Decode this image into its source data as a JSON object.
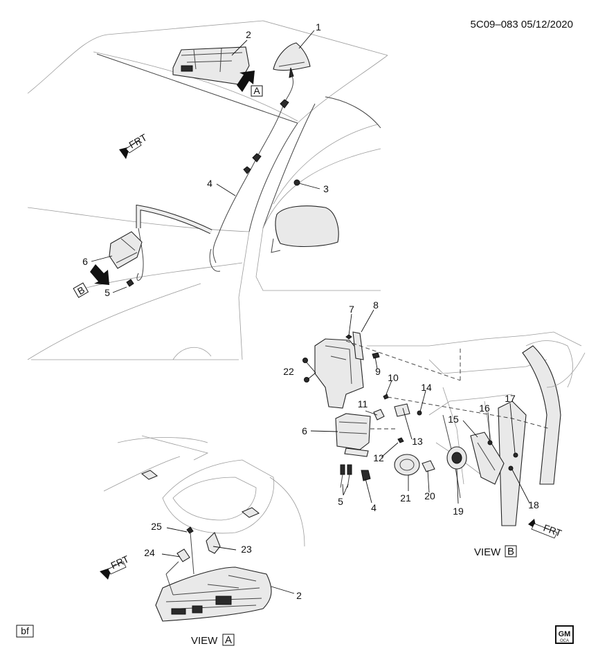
{
  "header": {
    "code": "5C09–083 05/12/2020"
  },
  "callouts": [
    "1",
    "2",
    "3",
    "4",
    "5",
    "6",
    "7",
    "8",
    "9",
    "10",
    "11",
    "12",
    "13",
    "14",
    "15",
    "16",
    "17",
    "18",
    "19",
    "20",
    "21",
    "22",
    "23",
    "24",
    "25"
  ],
  "callouts_view_a": {
    "c2": "2",
    "c23": "23",
    "c24": "24",
    "c25": "25"
  },
  "callouts_view_b": {
    "c4": "4",
    "c5": "5",
    "c6": "6"
  },
  "view_markers": {
    "a_letter": "A",
    "b_letter": "B"
  },
  "view_a": {
    "word": "VIEW",
    "letter": "A"
  },
  "view_b": {
    "word": "VIEW",
    "letter": "B"
  },
  "frt": "FRT",
  "footer": {
    "tag": "bf",
    "logo_top": "GM",
    "logo_bottom": "OCA"
  }
}
